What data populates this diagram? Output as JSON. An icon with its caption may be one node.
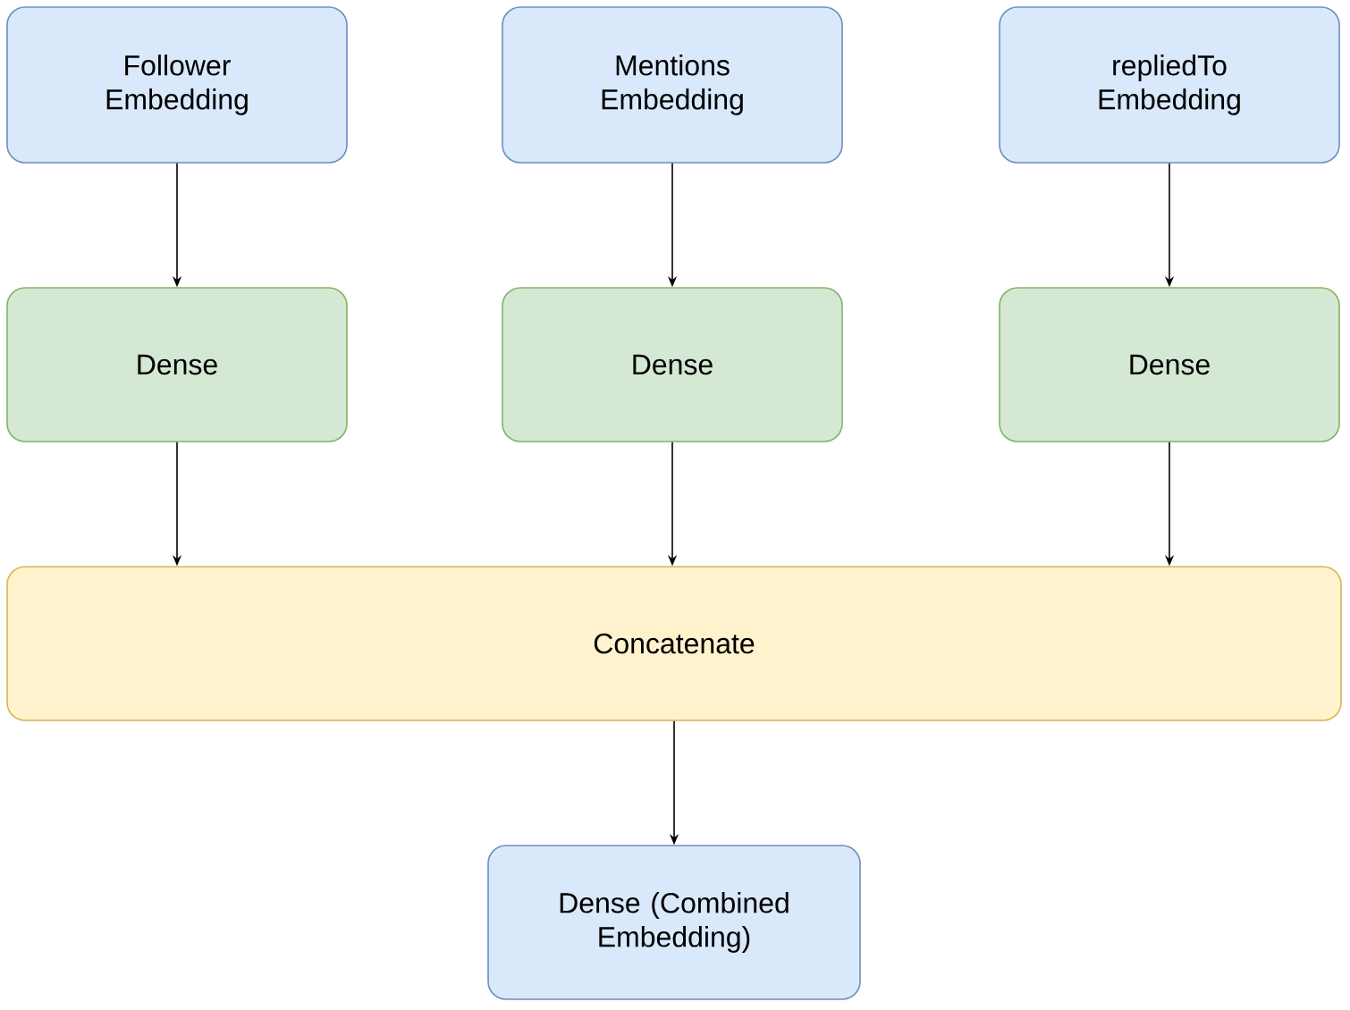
{
  "diagram": {
    "nodes": [
      {
        "text": [
          "Follower Embedding"
        ]
      },
      {
        "text": [
          "Mentions Embedding"
        ]
      },
      {
        "text": [
          "repliedTo Embedding"
        ]
      },
      {
        "text": [
          "Dense"
        ]
      },
      {
        "text": [
          "Dense"
        ]
      },
      {
        "text": [
          "Dense"
        ]
      },
      {
        "text": [
          "Concatenate"
        ]
      },
      {
        "text": [
          "Dense (Combined Embedding)"
        ]
      }
    ],
    "edges": [
      {
        "from": 0,
        "to": 3,
        "arrow": "to"
      },
      {
        "from": 1,
        "to": 4,
        "arrow": "to"
      },
      {
        "from": 2,
        "to": 5,
        "arrow": "to"
      },
      {
        "from": 3,
        "to": 6,
        "arrow": "to"
      },
      {
        "from": 4,
        "to": 6,
        "arrow": "to"
      },
      {
        "from": 5,
        "to": 6,
        "arrow": "to"
      },
      {
        "from": 6,
        "to": 7,
        "arrow": "to"
      }
    ]
  }
}
